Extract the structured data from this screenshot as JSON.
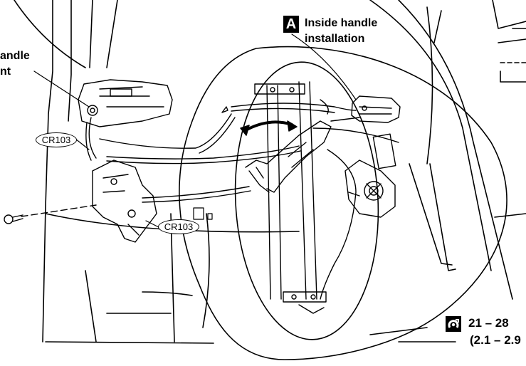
{
  "callout": {
    "marker": "A",
    "line1": "Inside handle",
    "line2": "installation"
  },
  "outside_handle": {
    "line1": "andle",
    "line2": "nt"
  },
  "connectors": {
    "upper": "CR103",
    "lower": "CR103"
  },
  "torque": {
    "icon": "torque-wrench-icon",
    "value": "21 – 28",
    "value_alt": "(2.1 – 2.9"
  }
}
